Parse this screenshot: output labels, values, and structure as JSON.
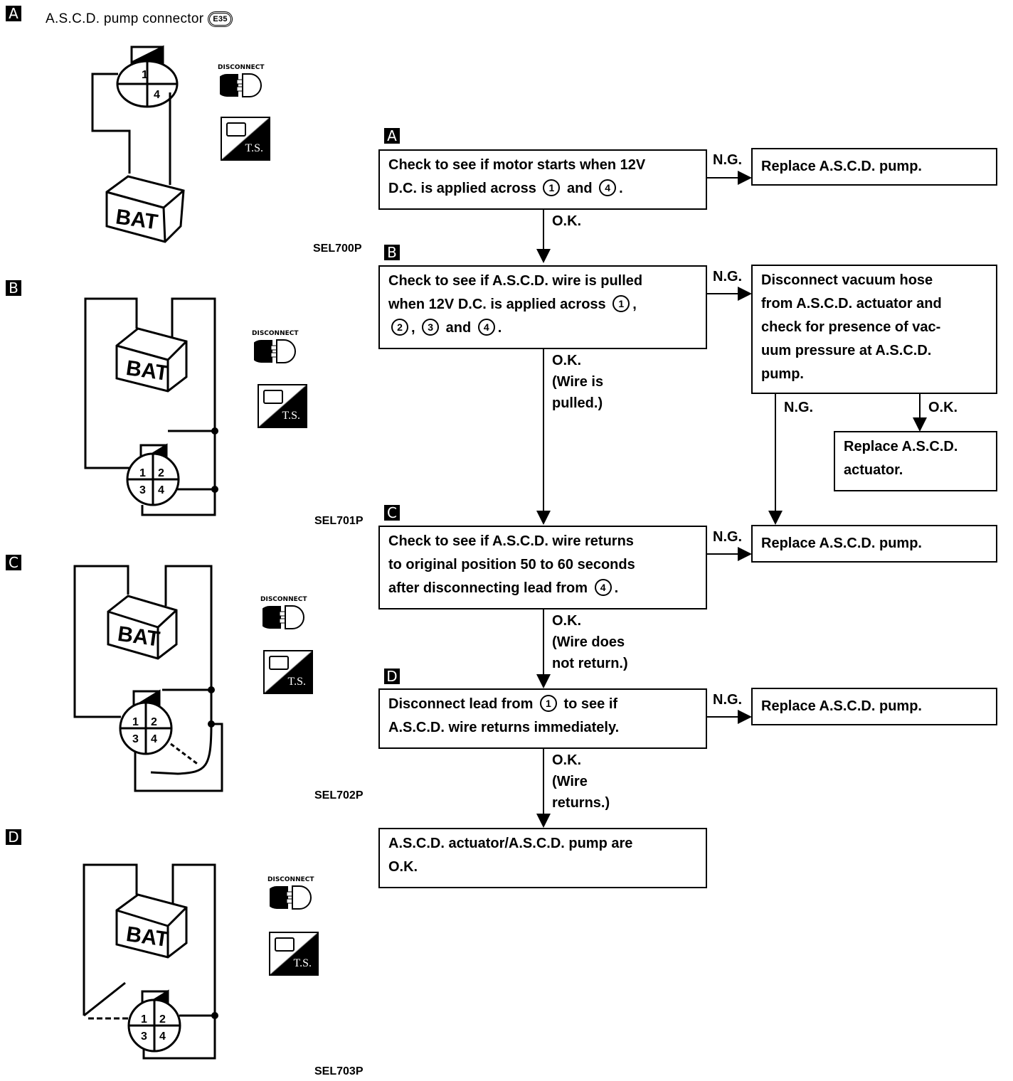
{
  "header": {
    "tag": "A",
    "title": "A.S.C.D. pump connector",
    "connector_code": "E35"
  },
  "figures": [
    {
      "tag": "A",
      "ref": "SEL700P",
      "terminals": [
        "1",
        "4"
      ],
      "battery_label": "BAT",
      "disconnect_label": "DISCONNECT",
      "ts_label": "T.S."
    },
    {
      "tag": "B",
      "ref": "SEL701P",
      "terminals": [
        "1",
        "2",
        "3",
        "4"
      ],
      "battery_label": "BAT",
      "disconnect_label": "DISCONNECT",
      "ts_label": "T.S."
    },
    {
      "tag": "C",
      "ref": "SEL702P",
      "terminals": [
        "1",
        "2",
        "3",
        "4"
      ],
      "battery_label": "BAT",
      "disconnect_label": "DISCONNECT",
      "ts_label": "T.S."
    },
    {
      "tag": "D",
      "ref": "SEL703P",
      "terminals": [
        "1",
        "2",
        "3",
        "4"
      ],
      "battery_label": "BAT",
      "disconnect_label": "DISCONNECT",
      "ts_label": "T.S."
    }
  ],
  "flow": {
    "steps": [
      {
        "tag": "A",
        "lines": [
          "Check to see if motor starts when 12V",
          "D.C. is applied across ",
          "①",
          " and ",
          "④",
          "."
        ],
        "ng_label": "N.G.",
        "ng_result": "Replace A.S.C.D. pump.",
        "ok_label": [
          "O.K."
        ]
      },
      {
        "tag": "B",
        "lines": [
          "Check to see if A.S.C.D. wire is pulled",
          "when 12V D.C. is applied across ",
          "①",
          ",",
          "②",
          ", ",
          "③",
          " and ",
          "④",
          "."
        ],
        "ng_label": "N.G.",
        "ng_result": [
          "Disconnect vacuum hose",
          "from A.S.C.D. actuator and",
          "check for presence of vac-",
          "uum pressure at A.S.C.D.",
          "pump."
        ],
        "sub_ng_label": "N.G.",
        "sub_ok_label": "O.K.",
        "sub_ok_result": [
          "Replace A.S.C.D.",
          "actuator."
        ],
        "ok_label": [
          "O.K.",
          "(Wire is",
          "pulled.)"
        ]
      },
      {
        "tag": "C",
        "lines": [
          "Check to see if A.S.C.D. wire returns",
          "to original position 50 to 60 seconds",
          "after disconnecting lead from ",
          "④",
          "."
        ],
        "ng_label": "N.G.",
        "ng_result": "Replace A.S.C.D. pump.",
        "ok_label": [
          "O.K.",
          "(Wire does",
          "not return.)"
        ]
      },
      {
        "tag": "D",
        "lines": [
          "Disconnect lead from ",
          "①",
          " to see if",
          "A.S.C.D. wire returns immediately."
        ],
        "ng_label": "N.G.",
        "ng_result": "Replace A.S.C.D. pump.",
        "ok_label": [
          "O.K.",
          "(Wire",
          "returns.)"
        ]
      }
    ],
    "final": [
      "A.S.C.D. actuator/A.S.C.D. pump are",
      "O.K."
    ]
  }
}
